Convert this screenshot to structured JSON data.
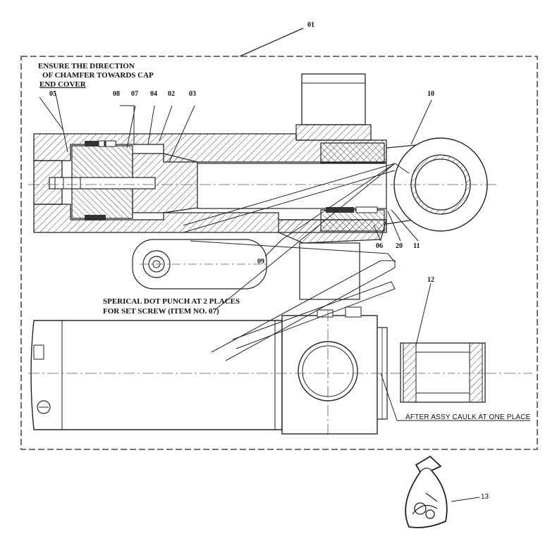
{
  "notes": {
    "chamfer_line1": "ENSURE THE DIRECTION",
    "chamfer_line2": "OF CHAMFER TOWARDS CAP",
    "chamfer_line3": "END COVER",
    "punch_line1": "SPERICAL DOT PUNCH AT 2 PLACES",
    "punch_line2": "FOR SET SCREW (ITEM NO. 07)",
    "caulk": "AFTER ASSY CAULK AT ONE PLACE"
  },
  "callouts": {
    "c01": "01",
    "c02": "02",
    "c03": "03",
    "c04": "04",
    "c05": "05",
    "c06": "06",
    "c07": "07",
    "c08": "08",
    "c09": "09",
    "c10": "10",
    "c11": "11",
    "c12": "12",
    "c13": "13",
    "c20": "20"
  },
  "icons": [
    "hydraulic-cylinder-section-drawing",
    "cylinder-elevation-drawing",
    "rod-eye-bushing-section",
    "parts-bag-icon"
  ]
}
